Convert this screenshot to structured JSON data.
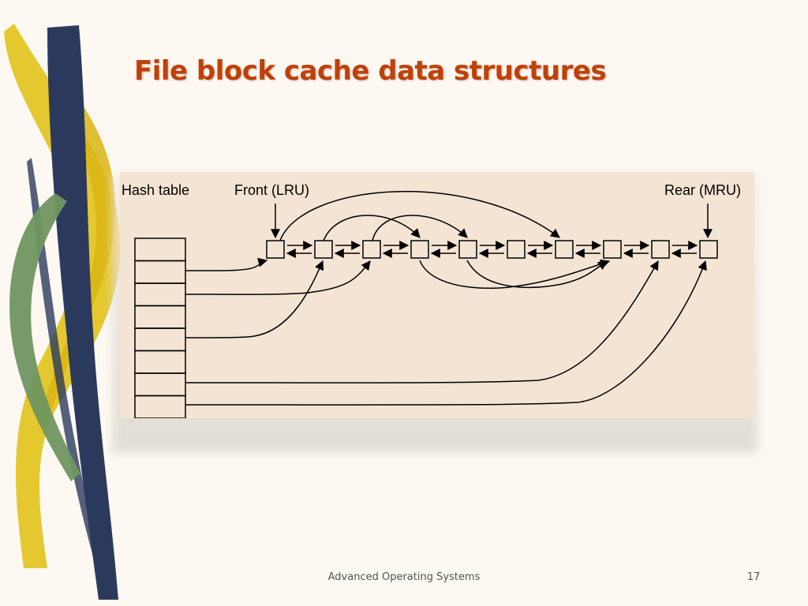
{
  "slide": {
    "title": "File block cache data structures",
    "footer": "Advanced Operating Systems",
    "page_number": "17"
  },
  "diagram": {
    "hash_table_label": "Hash table",
    "front_label": "Front (LRU)",
    "rear_label": "Rear (MRU)",
    "hash_slots": 8,
    "cache_blocks": 10
  },
  "colors": {
    "title": "#c0400a",
    "figure_bg": "#f4e4d4",
    "decor_navy": "#2b3a5c",
    "decor_yellow": "#e2c21a",
    "decor_green": "#6f9660"
  }
}
